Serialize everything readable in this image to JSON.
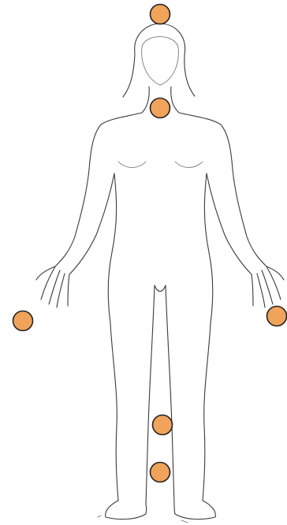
{
  "figure": {
    "icon": "female-body-outline"
  },
  "marker_style": {
    "fill": "#f0a35a",
    "stroke": "#222222"
  },
  "markers": [
    {
      "id": "head-top"
    },
    {
      "id": "throat"
    },
    {
      "id": "left-hand"
    },
    {
      "id": "right-hand"
    },
    {
      "id": "lower-leg"
    },
    {
      "id": "ankle"
    }
  ]
}
